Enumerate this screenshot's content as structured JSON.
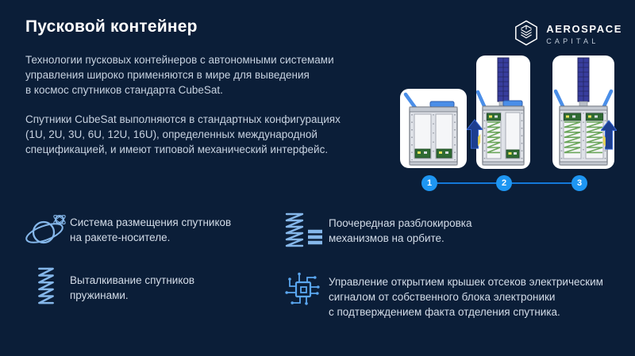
{
  "header": {
    "title": "Пусковой контейнер",
    "logo": {
      "line1": "AEROSPACE",
      "line2": "CAPITAL"
    }
  },
  "intro": {
    "p1": "Технологии пусковых контейнеров с автономными системами\nуправления широко применяются в мире для выведения\nв космос спутников стандарта CubeSat.",
    "p2": "Спутники CubeSat выполняются в стандартных конфигурациях\n(1U, 2U, 3U, 6U, 12U, 16U), определенных международной\nспецификацией, и имеют типовой механический интерфейс."
  },
  "diagram": {
    "description": "three stages of CubeSat deployment from launch container",
    "steps": [
      {
        "number": "1"
      },
      {
        "number": "2"
      },
      {
        "number": "3"
      }
    ]
  },
  "features": [
    {
      "icon": "planet-orbit-icon",
      "text": "Система размещения спутников\nна ракете-носителе."
    },
    {
      "icon": "spring-icon",
      "text": "Выталкивание спутников\nпружинами."
    },
    {
      "icon": "spring-release-icon",
      "text": "Поочередная разблокировка\nмеханизмов на орбите."
    },
    {
      "icon": "circuit-icon",
      "text": "Управление открытием крышек отсеков электрическим\nсигналом от собственного блока электроники\nс подтверждением факта отделения спутника."
    }
  ],
  "colors": {
    "background": "#0B1E38",
    "card": "#FFFFFF",
    "step_accent": "#1E96F2",
    "step_line": "#1478D8",
    "icon_blue": "#85B7EA",
    "body_text": "#C7D2E0",
    "title_text": "#FFFFFF"
  }
}
